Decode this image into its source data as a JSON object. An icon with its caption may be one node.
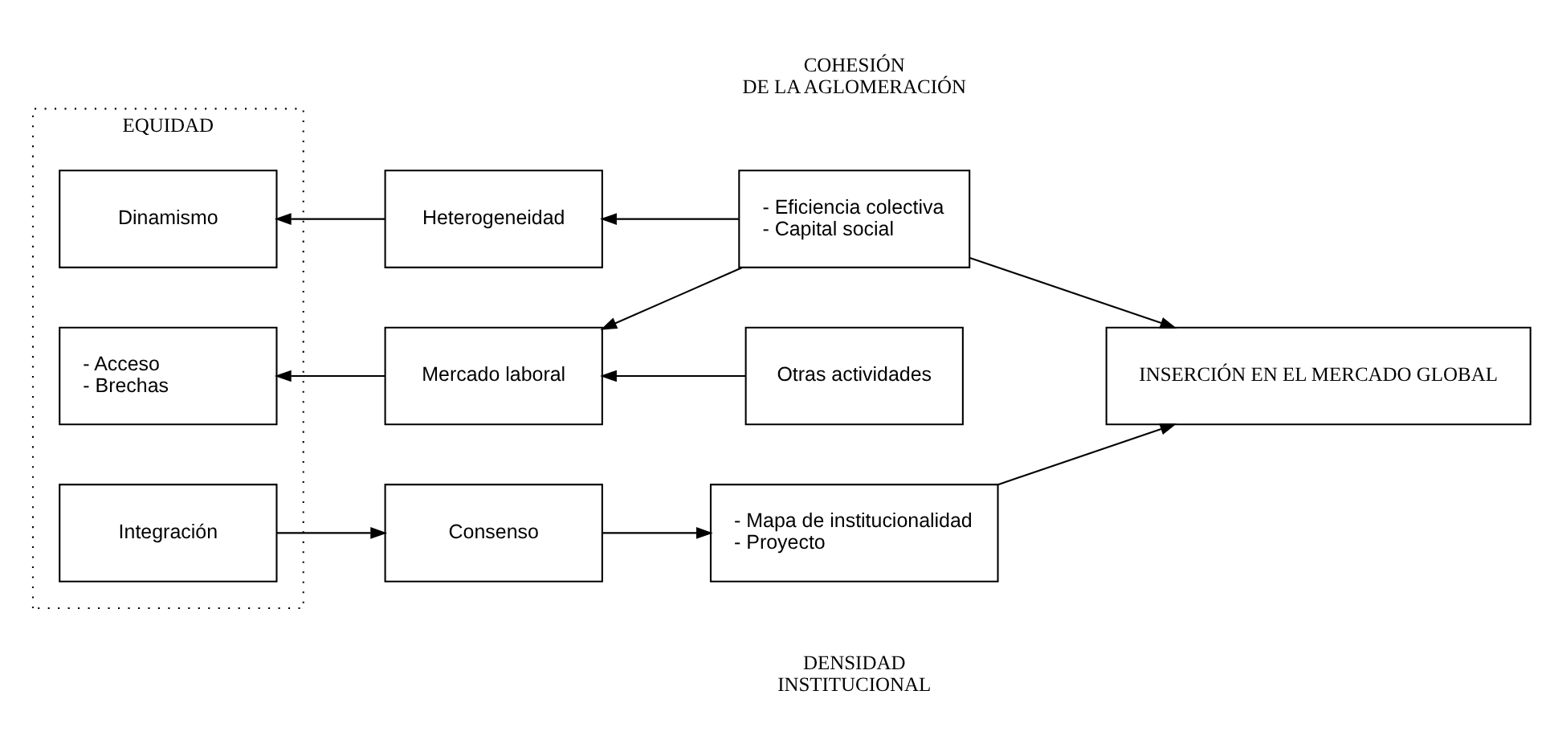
{
  "diagram": {
    "nodes": [
      {
        "text": [
          "EQUIDAD"
        ]
      },
      {
        "text": [
          "Dinamismo"
        ],
        "in": 0
      },
      {
        "text": [
          "- Acceso",
          "- Brechas"
        ],
        "in": 0
      },
      {
        "text": [
          "Integración"
        ],
        "in": 0
      },
      {
        "text": [
          "Heterogeneidad"
        ]
      },
      {
        "text": [
          "Mercado laboral"
        ]
      },
      {
        "text": [
          "Consenso"
        ]
      },
      {
        "text": [
          "- Eficiencia colectiva",
          "- Capital social"
        ]
      },
      {
        "text": [
          "Otras actividades"
        ]
      },
      {
        "text": [
          "- Mapa de institucionalidad",
          "- Proyecto"
        ]
      },
      {
        "text": [
          "INSERCIÓN EN EL MERCADO GLOBAL"
        ]
      }
    ],
    "edges": [
      {
        "from": 4,
        "to": 1,
        "arrow": "to"
      },
      {
        "from": 7,
        "to": 4,
        "arrow": "to"
      },
      {
        "from": 7,
        "to": 5,
        "arrow": "to"
      },
      {
        "from": 5,
        "to": 2,
        "arrow": "to"
      },
      {
        "from": 8,
        "to": 5,
        "arrow": "to"
      },
      {
        "from": 3,
        "to": 6,
        "arrow": "to"
      },
      {
        "from": 6,
        "to": 9,
        "arrow": "to"
      },
      {
        "from": 7,
        "to": 10,
        "arrow": "to"
      },
      {
        "from": 9,
        "to": 10,
        "arrow": "to"
      }
    ],
    "labels": [
      "COHESIÓN DE LA AGLOMERACIÓN",
      "DENSIDAD INSTITUCIONAL"
    ]
  }
}
